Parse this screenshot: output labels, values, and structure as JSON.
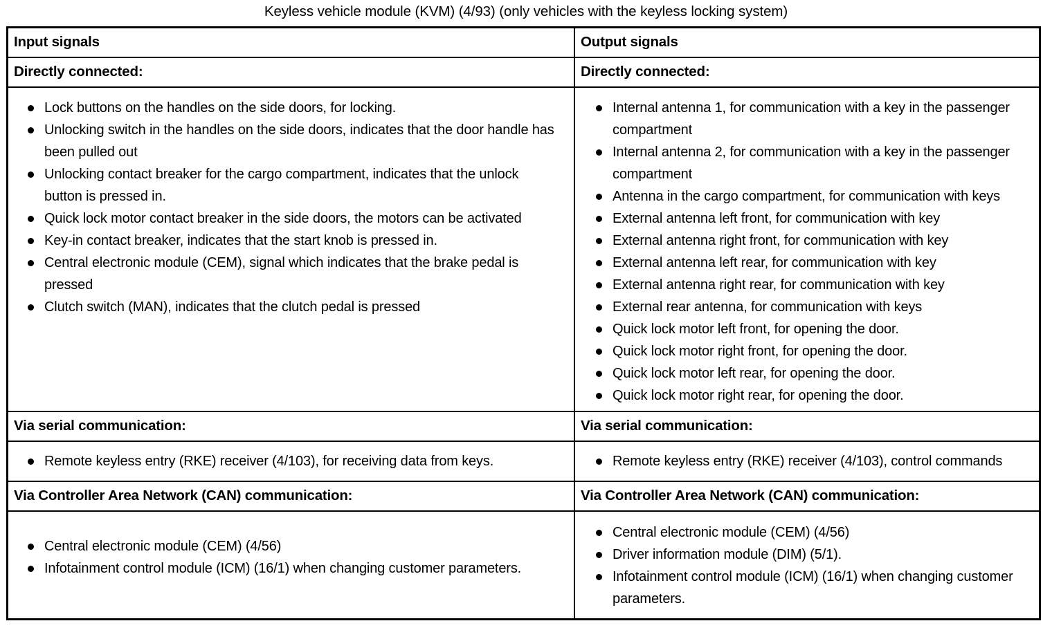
{
  "document": {
    "title": "Keyless vehicle module (KVM) (4/93) (only vehicles with the keyless locking system)"
  },
  "table": {
    "headers": {
      "input": "Input signals",
      "output": "Output signals"
    },
    "sections": [
      {
        "id": "directly-connected",
        "left_heading": "Directly connected:",
        "right_heading": "Directly connected:",
        "left_items": [
          "Lock buttons on the handles on the side doors, for locking.",
          "Unlocking switch in the handles on the side doors, indicates that the door handle has been pulled out",
          "Unlocking contact breaker for the cargo compartment, indicates that the unlock button is pressed in.",
          "Quick lock motor contact breaker in the side doors, the motors can be activated",
          "Key-in contact breaker, indicates that the start knob is pressed in.",
          "Central electronic module (CEM), signal which indicates that the brake pedal is pressed",
          "Clutch switch (MAN), indicates that the clutch pedal is pressed"
        ],
        "right_items": [
          "Internal antenna 1, for communication with a key in the passenger compartment",
          "Internal antenna 2, for communication with a key in the passenger compartment",
          "Antenna in the cargo compartment, for communication with keys",
          "External antenna left front, for communication with key",
          "External antenna right front, for communication with key",
          "External antenna left rear, for communication with key",
          "External antenna right rear, for communication with key",
          "External rear antenna, for communication with keys",
          "Quick lock motor left front, for opening the door.",
          "Quick lock motor right front, for opening the door.",
          "Quick lock motor left rear, for opening the door.",
          "Quick lock motor right rear, for opening the door."
        ]
      },
      {
        "id": "via-serial-communication",
        "left_heading": "Via serial communication:",
        "right_heading": "Via serial communication:",
        "left_items": [
          "Remote keyless entry (RKE) receiver (4/103), for receiving data from keys."
        ],
        "right_items": [
          "Remote keyless entry (RKE) receiver (4/103), control commands"
        ]
      },
      {
        "id": "via-can-communication",
        "left_heading": "Via Controller Area Network (CAN) communication:",
        "right_heading": "Via Controller Area Network (CAN) communication:",
        "left_items": [
          "Central electronic module (CEM) (4/56)",
          "Infotainment control module (ICM) (16/1) when changing customer parameters."
        ],
        "right_items": [
          "Central electronic module (CEM) (4/56)",
          "Driver information module (DIM) (5/1).",
          "Infotainment control module (ICM) (16/1) when changing customer parameters."
        ]
      }
    ]
  }
}
